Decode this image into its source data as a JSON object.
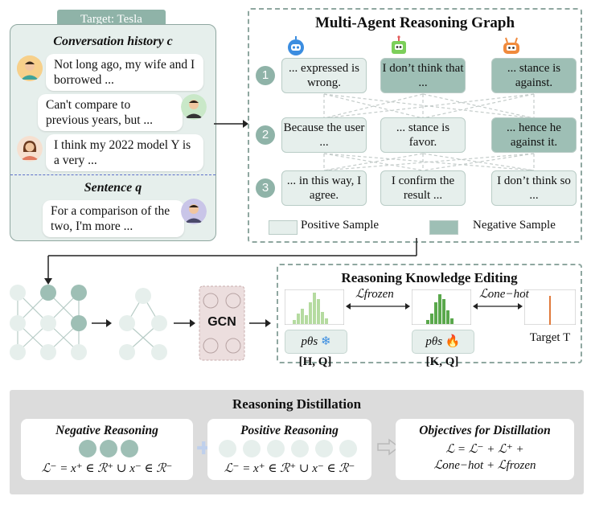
{
  "conversation": {
    "target_label": "Target: Tesla",
    "history_title": "Conversation history c",
    "messages": [
      "Not long ago, my wife and I borrowed ...",
      "Can't compare to previous years, but ...",
      "I think my 2022 model Y is a very ..."
    ],
    "sentence_title": "Sentence q",
    "sentence": "For a comparison of the two, I'm more ..."
  },
  "graph": {
    "title": "Multi-Agent Reasoning Graph",
    "rows": [
      {
        "num": "1",
        "nodes": [
          {
            "text": "... expressed is wrong.",
            "type": "positive"
          },
          {
            "text": "I don’t think that ...",
            "type": "negative"
          },
          {
            "text": "... stance is against.",
            "type": "negative"
          }
        ]
      },
      {
        "num": "2",
        "nodes": [
          {
            "text": "Because the user ...",
            "type": "positive"
          },
          {
            "text": "... stance is favor.",
            "type": "positive"
          },
          {
            "text": "... hence he against it.",
            "type": "negative"
          }
        ]
      },
      {
        "num": "3",
        "nodes": [
          {
            "text": "... in this way, I agree.",
            "type": "positive"
          },
          {
            "text": "I confirm the result ...",
            "type": "positive"
          },
          {
            "text": "I don’t think so ...",
            "type": "positive"
          }
        ]
      }
    ],
    "legend_positive": "Positive Sample",
    "legend_negative": "Negative Sample",
    "colors": {
      "positive": "#e6efec",
      "negative": "#9ebfb5"
    }
  },
  "gcn_label": "GCN",
  "editing": {
    "title": "Reasoning  Knowledge Editing",
    "loss_frozen": "ℒfrozen",
    "loss_onehot": "ℒone−hot",
    "param_left": "pθs",
    "param_right": "pθs",
    "sub_left": "[H, Q]",
    "sub_right": "[K, Q]",
    "target_label": "Target T"
  },
  "distillation": {
    "title": "Reasoning Distillation",
    "negative_title": "Negative Reasoning",
    "negative_formula": "ℒ⁻ = x⁺ ∈ ℛ⁺ ∪ x⁻ ∈ ℛ⁻",
    "positive_title": "Positive Reasoning",
    "positive_formula": "ℒ⁻ = x⁺ ∈ ℛ⁺ ∪ x⁻ ∈ ℛ⁻",
    "objective_title": "Objectives for Distillation",
    "objective_line1": "ℒ = ℒ⁻ + ℒ⁺ +",
    "objective_line2": "ℒone−hot + ℒfrozen"
  }
}
